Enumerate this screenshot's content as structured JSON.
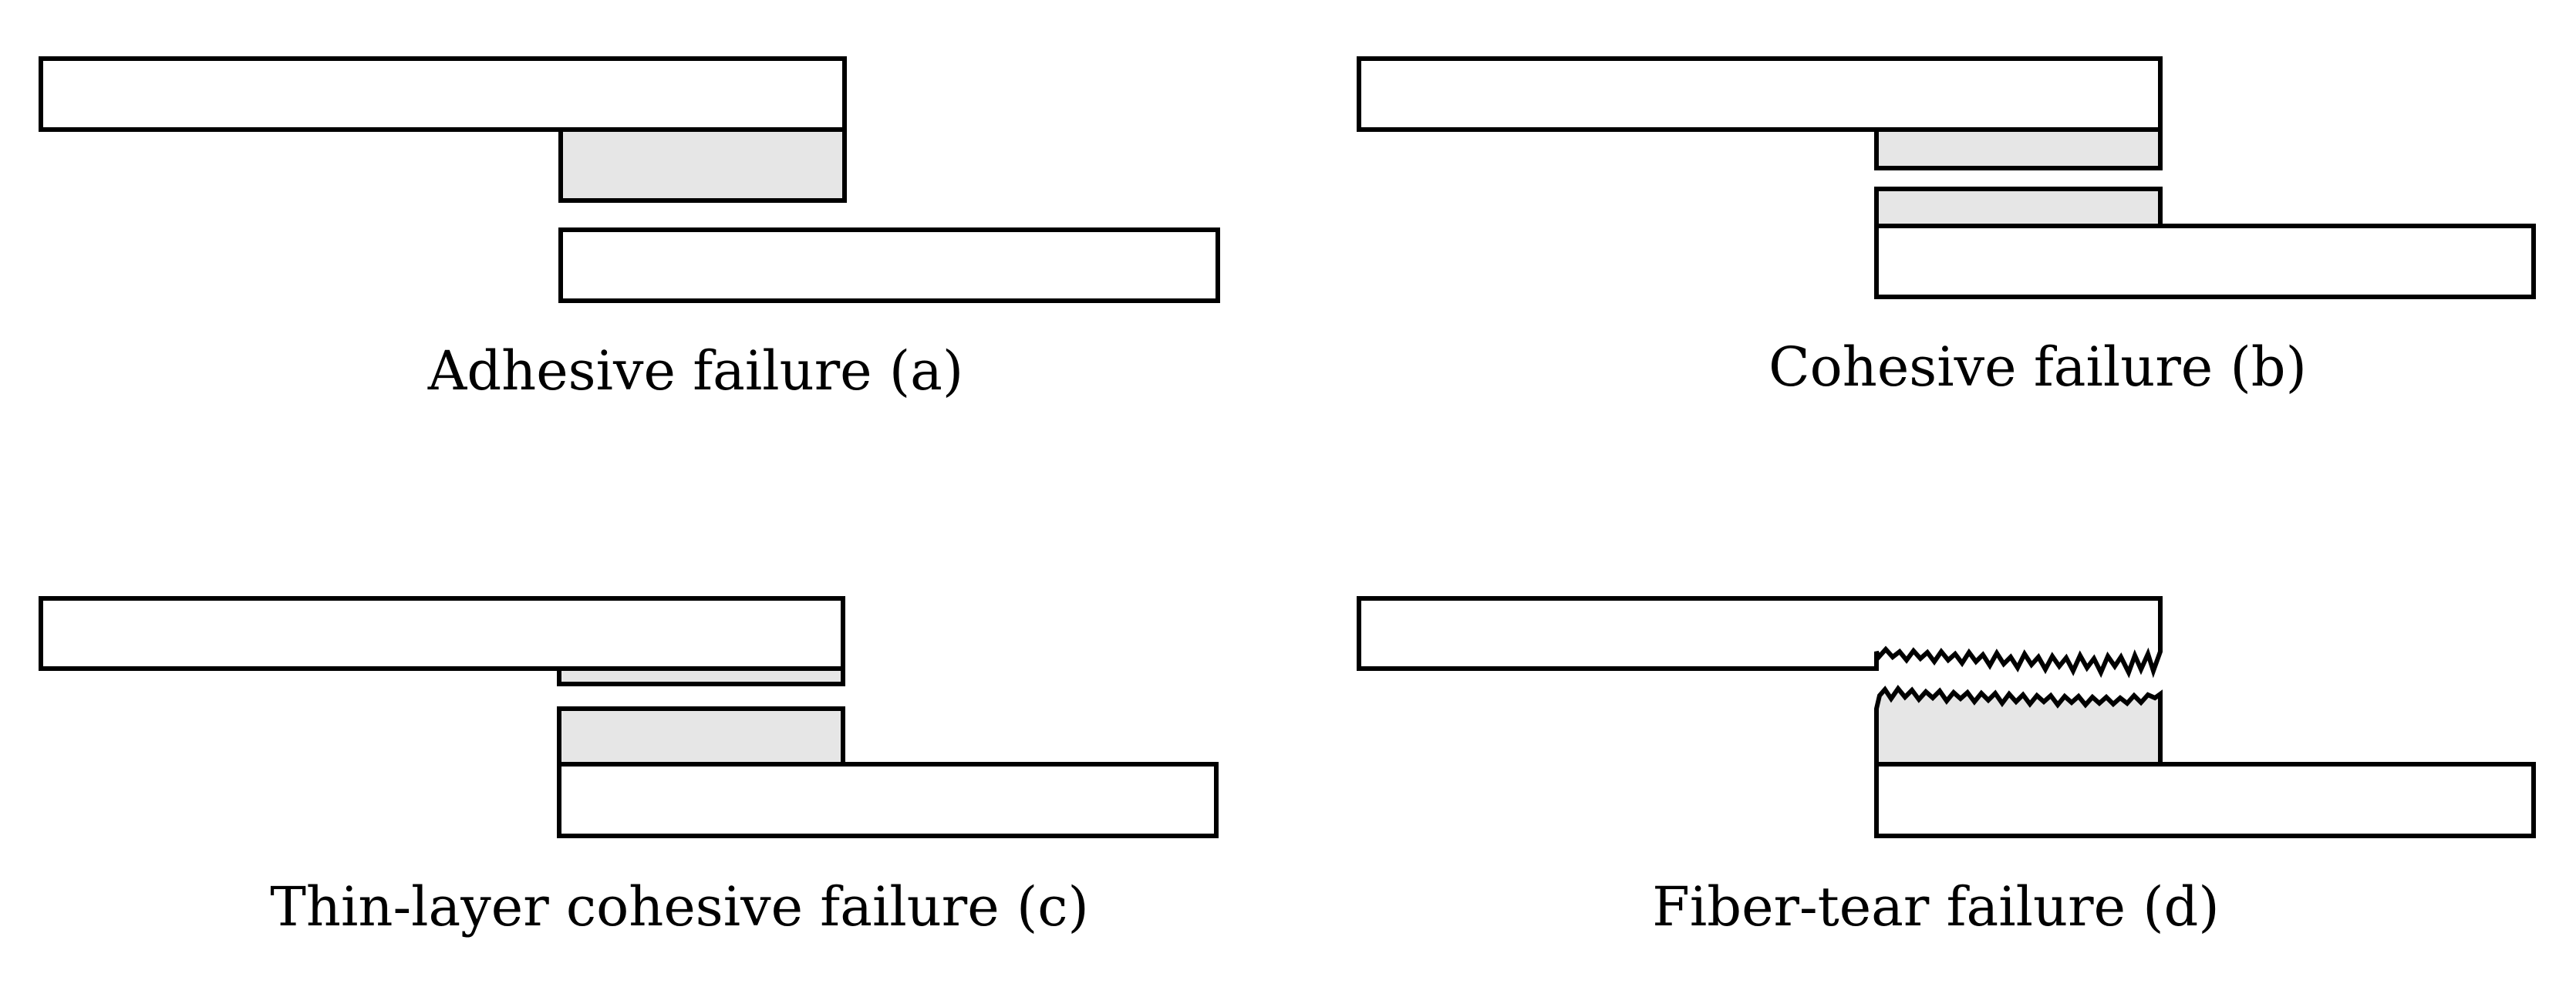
{
  "panels": {
    "a": {
      "caption": "Adhesive failure (a)"
    },
    "b": {
      "caption": "Cohesive failure (b)"
    },
    "c": {
      "caption": "Thin-layer cohesive failure (c)"
    },
    "d": {
      "caption": "Fiber-tear failure (d)"
    }
  },
  "colors": {
    "adherend": "#ffffff",
    "adhesive": "#e6e6e6",
    "outline": "#000000"
  }
}
